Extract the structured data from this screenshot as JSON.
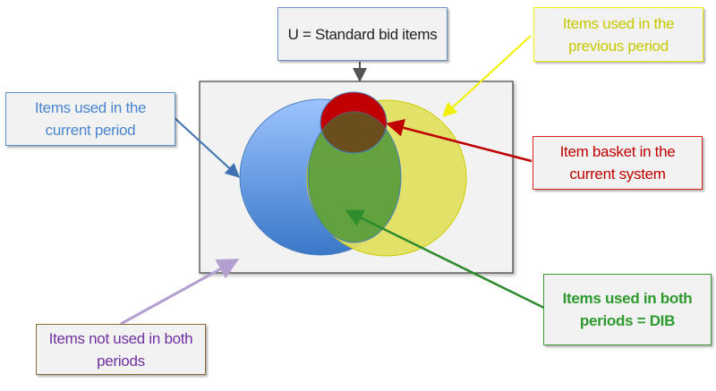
{
  "labels": {
    "universe": "U = Standard bid items",
    "previous": "Items used in the previous period",
    "current": "Items used in the current period",
    "basket": "Item basket in the current system",
    "both": "Items used in both periods = DIB",
    "neither": "Items not used in both periods"
  },
  "colors": {
    "universe": "#404040",
    "previous": "#c8c800",
    "current": "#4a86d0",
    "basket": "#c00000",
    "both": "#2e9a2e",
    "neither": "#7030a0"
  }
}
